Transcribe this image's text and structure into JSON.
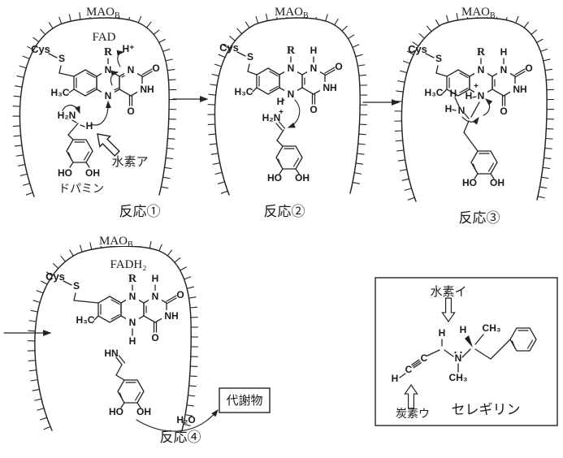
{
  "panels": [
    {
      "enzyme": "MAO",
      "enzyme_sub": "B",
      "cofactor": "FAD",
      "residue": "Cys",
      "caption": "反応①",
      "substrate_name": "ドパミン",
      "annotation": "水素ア"
    },
    {
      "enzyme": "MAO",
      "enzyme_sub": "B",
      "residue": "Cys",
      "caption": "反応②"
    },
    {
      "enzyme": "MAO",
      "enzyme_sub": "B",
      "residue": "Cys",
      "caption": "反応③"
    },
    {
      "enzyme": "MAO",
      "enzyme_sub": "B",
      "cofactor": "FADH₂",
      "residue": "Cys",
      "caption": "反応④",
      "byproduct": "H₂O",
      "product": "代謝物"
    }
  ],
  "atoms": {
    "s": "S",
    "r": "R",
    "n": "N",
    "nh": "NH",
    "o": "O",
    "h": "H",
    "c": "C",
    "h_plus": "H⁺",
    "plus": "+",
    "h3c": "H₃C",
    "h2n": "H₂N",
    "ho": "HO",
    "oh": "OH",
    "hn": "HN",
    "ch3": "CH₃"
  },
  "selegiline": {
    "name": "セレギリン",
    "annotation_top": "水素イ",
    "annotation_bottom": "炭素ウ"
  }
}
